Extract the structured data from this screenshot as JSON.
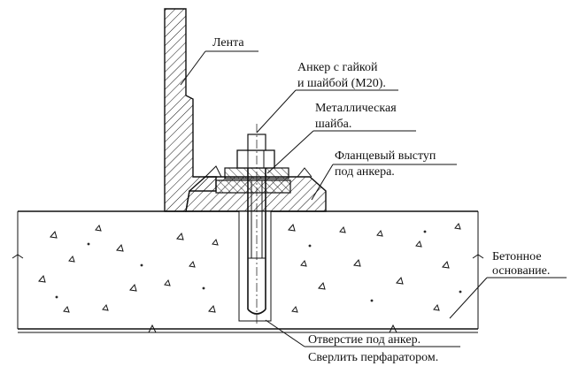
{
  "labels": {
    "tape": "Лента",
    "anchor_line1": "Анкер с гайкой",
    "anchor_line2": "и шайбой (М20).",
    "washer_line1": "Металлическая",
    "washer_line2": "шайба.",
    "flange_line1": "Фланцевый выступ",
    "flange_line2": "под анкера.",
    "concrete_line1": "Бетонное",
    "concrete_line2": "основание.",
    "hole_line1": "Отверстие под анкер.",
    "hole_line2": "Сверлить перфаратором."
  }
}
